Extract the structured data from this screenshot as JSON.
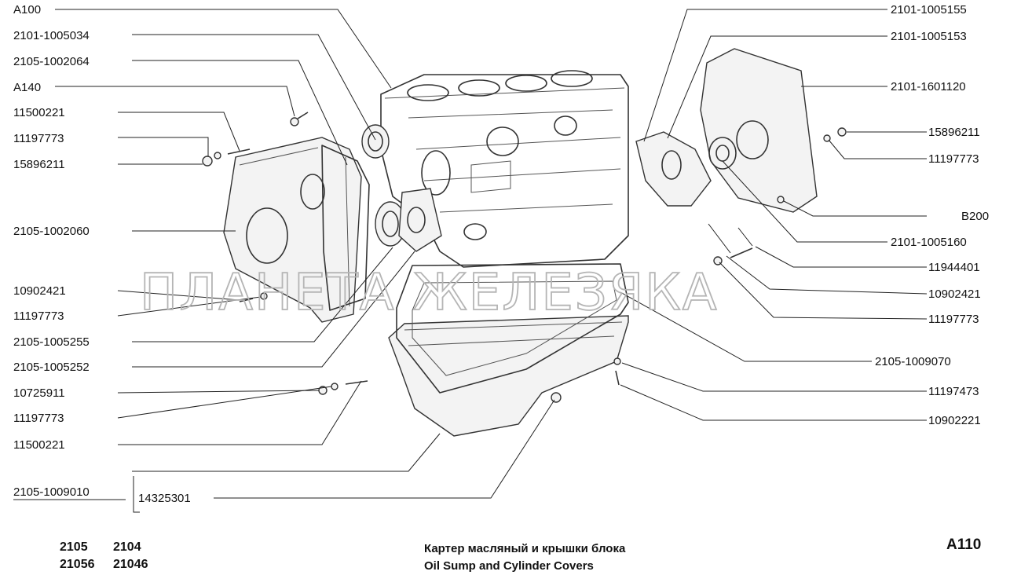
{
  "labels_left": [
    {
      "id": "l-a100",
      "text": "A100"
    },
    {
      "id": "l-2101-1005034",
      "text": "2101-1005034"
    },
    {
      "id": "l-2105-1002064",
      "text": "2105-1002064"
    },
    {
      "id": "l-a140",
      "text": "A140"
    },
    {
      "id": "l-11500221-a",
      "text": "11500221"
    },
    {
      "id": "l-11197773-a",
      "text": "11197773"
    },
    {
      "id": "l-15896211-a",
      "text": "15896211"
    },
    {
      "id": "l-2105-1002060",
      "text": "2105-1002060"
    },
    {
      "id": "l-10902421-a",
      "text": "10902421"
    },
    {
      "id": "l-11197773-b",
      "text": "11197773"
    },
    {
      "id": "l-2105-1005255",
      "text": "2105-1005255"
    },
    {
      "id": "l-2105-1005252",
      "text": "2105-1005252"
    },
    {
      "id": "l-10725911",
      "text": "10725911"
    },
    {
      "id": "l-11197773-c",
      "text": "11197773"
    },
    {
      "id": "l-11500221-b",
      "text": "11500221"
    },
    {
      "id": "l-2105-1009010",
      "text": "2105-1009010"
    },
    {
      "id": "l-14325301",
      "text": "14325301"
    }
  ],
  "labels_right": [
    {
      "id": "r-2101-1005155",
      "text": "2101-1005155"
    },
    {
      "id": "r-2101-1005153",
      "text": "2101-1005153"
    },
    {
      "id": "r-2101-1601120",
      "text": "2101-1601120"
    },
    {
      "id": "r-15896211",
      "text": "15896211"
    },
    {
      "id": "r-11197773-a",
      "text": "11197773"
    },
    {
      "id": "r-b200",
      "text": "B200"
    },
    {
      "id": "r-2101-1005160",
      "text": "2101-1005160"
    },
    {
      "id": "r-11944401",
      "text": "11944401"
    },
    {
      "id": "r-10902421",
      "text": "10902421"
    },
    {
      "id": "r-11197773-b",
      "text": "11197773"
    },
    {
      "id": "r-2105-1009070",
      "text": "2105-1009070"
    },
    {
      "id": "r-11197473",
      "text": "11197473"
    },
    {
      "id": "r-10902221",
      "text": "10902221"
    }
  ],
  "watermark": "ПЛАНЕТА ЖЕЛЕЗЯКА",
  "footer": {
    "models_row1": [
      "2105",
      "2104"
    ],
    "models_row2": [
      "21056",
      "21046"
    ],
    "title_ru": "Картер масляный и крышки блока",
    "title_en": "Oil Sump and Cylinder Covers",
    "sheet": "A110"
  }
}
